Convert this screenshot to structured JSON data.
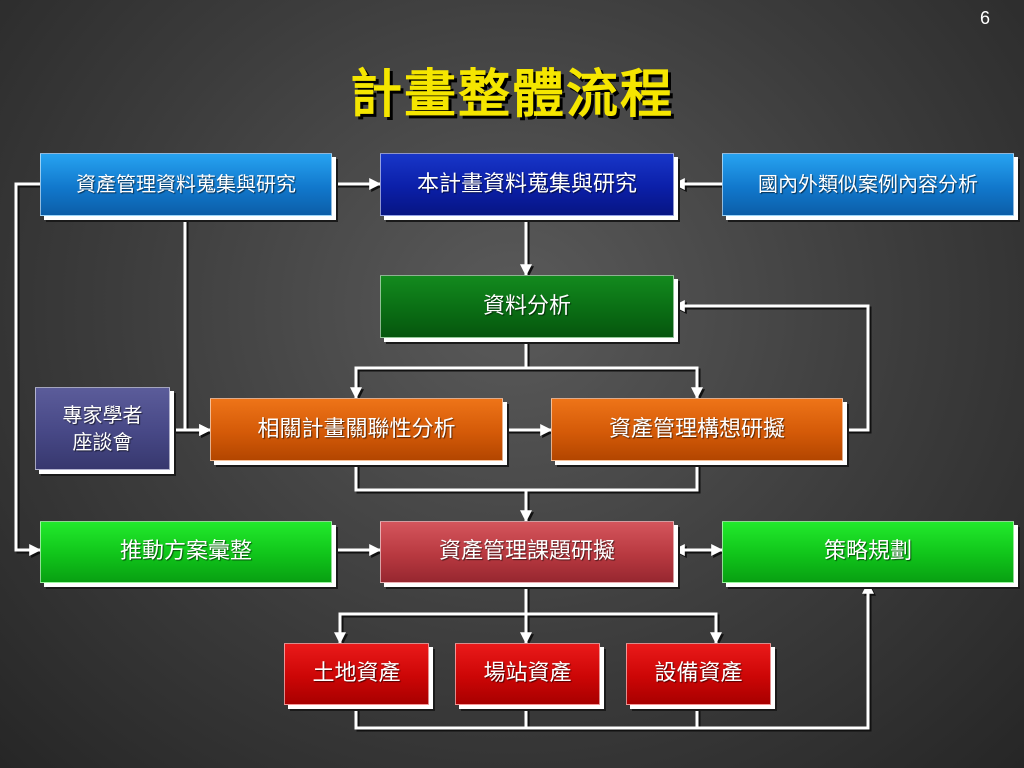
{
  "page_number": "6",
  "title": "計畫整體流程",
  "boxes": {
    "asset_mgmt_research": "資產管理資料蒐集與研究",
    "plan_data_research": "本計畫資料蒐集與研究",
    "case_analysis": "國內外類似案例內容分析",
    "data_analysis": "資料分析",
    "expert_forum_line1": "專家學者",
    "expert_forum_line2": "座談會",
    "related_plan_analysis": "相關計畫關聯性分析",
    "asset_concept": "資產管理構想研擬",
    "promotion_compile": "推動方案彙整",
    "topic_formulation": "資產管理課題研擬",
    "strategy_planning": "策略規劃",
    "land_assets": "土地資產",
    "station_assets": "場站資產",
    "equipment_assets": "設備資產"
  },
  "colors": {
    "title": "#f5e600",
    "blue_light": "#1178cc",
    "blue_dark": "#0b1fa8",
    "green_dark": "#0a6e14",
    "green_bright": "#10c41a",
    "orange": "#d45a08",
    "red_pink": "#b83940",
    "red": "#cc0606",
    "slate": "#474886",
    "connector": "#ffffff"
  }
}
